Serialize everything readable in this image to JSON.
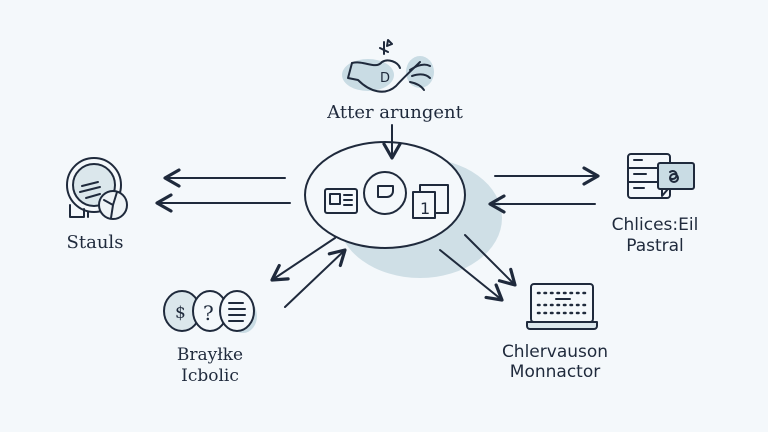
{
  "diagram": {
    "top": {
      "label": "Atter arungent",
      "icon": "hand-d-icon"
    },
    "center": {
      "icon": "hub-icon"
    },
    "left": {
      "label": "Stauls",
      "icon": "plate-icon"
    },
    "right": {
      "label_line1": "Chlices:Eil",
      "label_line2": "Pastral",
      "icon": "chat-document-icon"
    },
    "bottom_left": {
      "label_line1": "Brayłke",
      "label_line2": "Icbolic",
      "icon": "money-question-icon",
      "glyphs": [
        "$",
        "?"
      ]
    },
    "bottom_right": {
      "label_line1": "Chlervauson",
      "label_line2": "Monnactor",
      "icon": "laptop-icon"
    },
    "center_doc_number": "1",
    "colors": {
      "stroke": "#1f2a3c",
      "accent": "#c9dce4",
      "background": "#f4f8fb"
    }
  }
}
